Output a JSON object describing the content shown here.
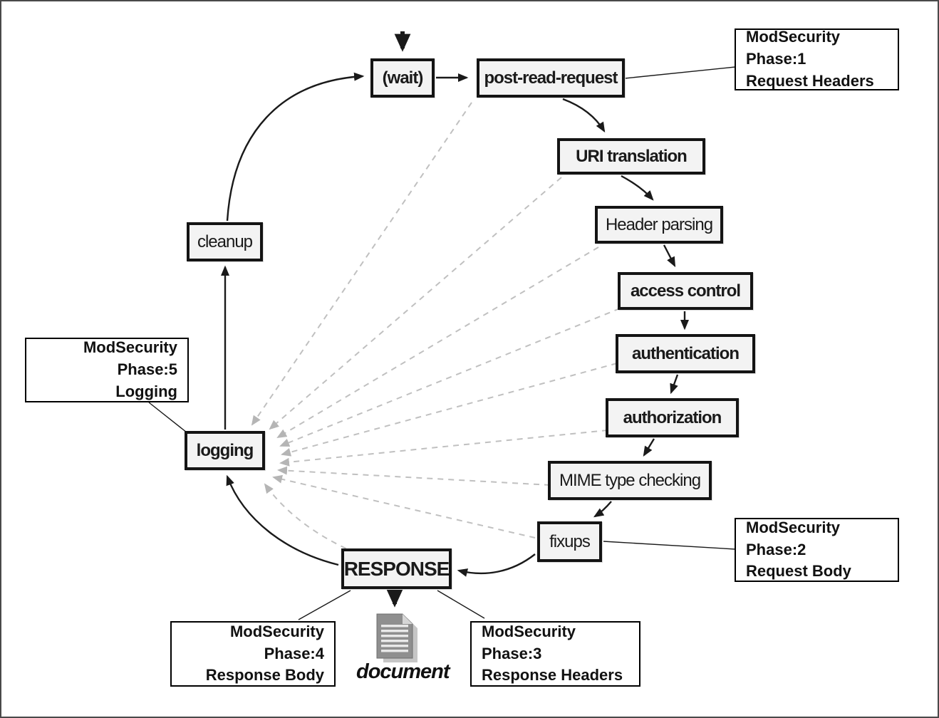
{
  "nodes": {
    "wait": "(wait)",
    "post_read_request": "post-read-request",
    "uri_translation": "URI translation",
    "header_parsing": "Header parsing",
    "access_control": "access control",
    "authentication": "authentication",
    "authorization": "authorization",
    "mime_type_checking": "MIME type checking",
    "fixups": "fixups",
    "response": "RESPONSE",
    "logging": "logging",
    "cleanup": "cleanup"
  },
  "annotations": {
    "phase1": {
      "line1": "ModSecurity Phase:1",
      "line2": "Request Headers"
    },
    "phase2": {
      "line1": "ModSecurity Phase:2",
      "line2": "Request Body"
    },
    "phase3": {
      "line1": "ModSecurity Phase:3",
      "line2": "Response Headers"
    },
    "phase4": {
      "line1": "ModSecurity Phase:4",
      "line2": "Response Body"
    },
    "phase5": {
      "line1": "ModSecurity Phase:5",
      "line2": "Logging"
    }
  },
  "document_label": "document",
  "colors": {
    "box_fill": "#f3f3f3",
    "box_border": "#141414",
    "solid_arrow": "#1a1a1a",
    "dashed_arrow": "#c0c0c0",
    "annotation_bg": "#ffffff",
    "annotation_border": "#000000",
    "page_border": "#4a4a4a"
  }
}
